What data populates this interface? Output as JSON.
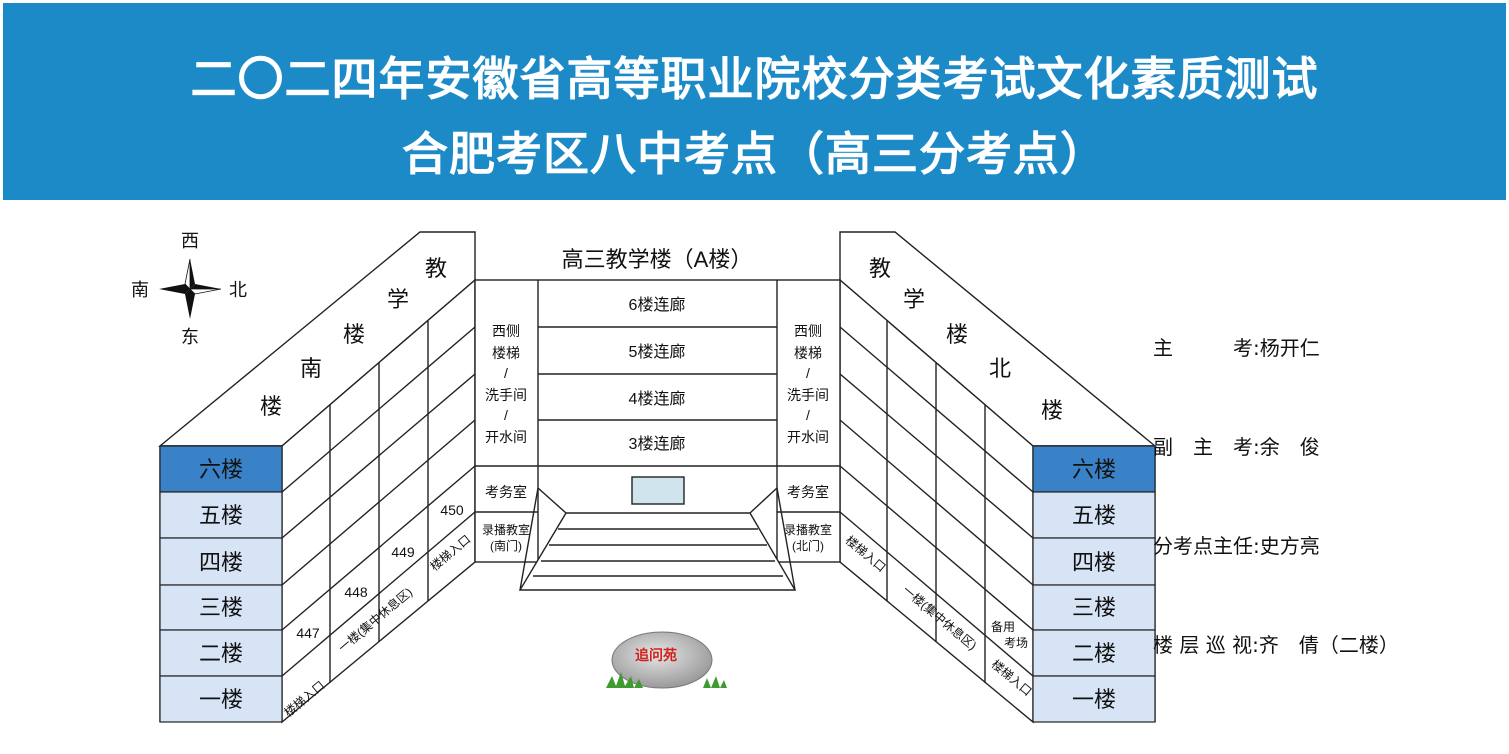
{
  "header": {
    "title_line1": "二〇二四年安徽省高等职业院校分类考试文化素质测试",
    "title_line2": "合肥考区八中考点（高三分考点）"
  },
  "compass": {
    "west": "西",
    "south": "南",
    "north": "北",
    "east": "东"
  },
  "center_building": {
    "name": "高三教学楼（A楼）",
    "corridors": [
      "6楼连廊",
      "5楼连廊",
      "4楼连廊",
      "3楼连廊"
    ],
    "west_stair": [
      "西侧",
      "楼梯",
      "/",
      "洗手间",
      "/",
      "开水间"
    ],
    "east_stair": [
      "西侧",
      "楼梯",
      "/",
      "洗手间",
      "/",
      "开水间"
    ],
    "exam_office": "考务室",
    "record_room_south": [
      "录播教室",
      "(南门)"
    ],
    "record_room_north": [
      "录播教室",
      "(北门)"
    ]
  },
  "south_building": {
    "name_chars": [
      "教",
      "学",
      "楼",
      "南",
      "楼"
    ],
    "rooms": [
      "447",
      "448",
      "449",
      "450"
    ],
    "stair_entry": "楼梯入口",
    "rest_area": "一楼(集中休息区)"
  },
  "north_building": {
    "name_chars": [
      "教",
      "学",
      "楼",
      "北",
      "楼"
    ],
    "stair_entry": "楼梯入口",
    "rest_area": "一楼(集中休息区)",
    "backup_room": [
      "备用",
      "考场"
    ]
  },
  "floors_left": [
    "六楼",
    "五楼",
    "四楼",
    "三楼",
    "二楼",
    "一楼"
  ],
  "floors_right": [
    "六楼",
    "五楼",
    "四楼",
    "三楼",
    "二楼",
    "一楼"
  ],
  "rock_label": "追问苑",
  "staff": [
    {
      "role": "主　　　考",
      "name": "杨开仁"
    },
    {
      "role": "副　主　考",
      "name": "余　俊"
    },
    {
      "role": "分考点主任",
      "name": "史方亮"
    },
    {
      "role": "楼 层 巡 视",
      "name": "齐　倩（二楼）"
    }
  ],
  "colors": {
    "header_bg": "#1d8ac8",
    "floor_box_light": "#d6e4f5",
    "floor_box_top": "#3a82c8",
    "line": "#222222"
  }
}
